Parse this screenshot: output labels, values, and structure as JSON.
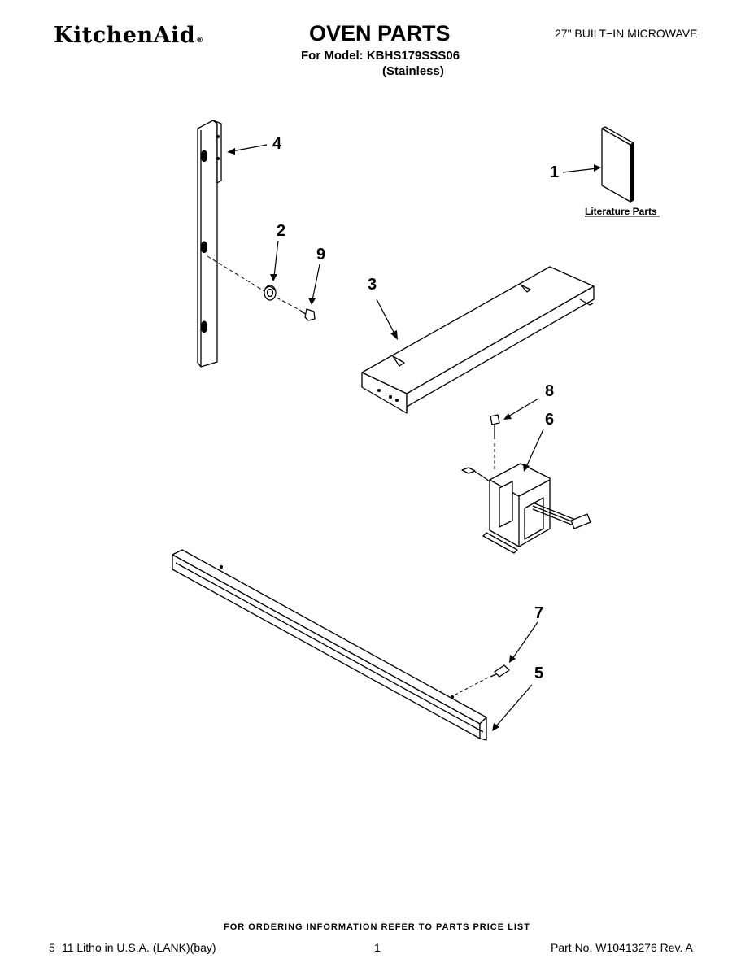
{
  "header": {
    "brand": "KitchenAid",
    "brand_mark": "®",
    "title": "OVEN PARTS",
    "model_line": "For Model: KBHS179SSS06",
    "finish": "(Stainless)",
    "product_type": "27\" BUILT−IN MICROWAVE"
  },
  "diagram": {
    "callouts": [
      {
        "id": "1",
        "label": "1"
      },
      {
        "id": "2",
        "label": "2"
      },
      {
        "id": "3",
        "label": "3"
      },
      {
        "id": "4",
        "label": "4"
      },
      {
        "id": "5",
        "label": "5"
      },
      {
        "id": "6",
        "label": "6"
      },
      {
        "id": "7",
        "label": "7"
      },
      {
        "id": "8",
        "label": "8"
      },
      {
        "id": "9",
        "label": "9"
      }
    ],
    "literature_label": "Literature Parts"
  },
  "footer": {
    "ordering_note": "FOR ORDERING INFORMATION REFER TO PARTS PRICE LIST",
    "litho": "5−11 Litho in U.S.A. (LANK)(bay)",
    "page_number": "1",
    "part_number": "Part No. W10413276 Rev. A"
  }
}
